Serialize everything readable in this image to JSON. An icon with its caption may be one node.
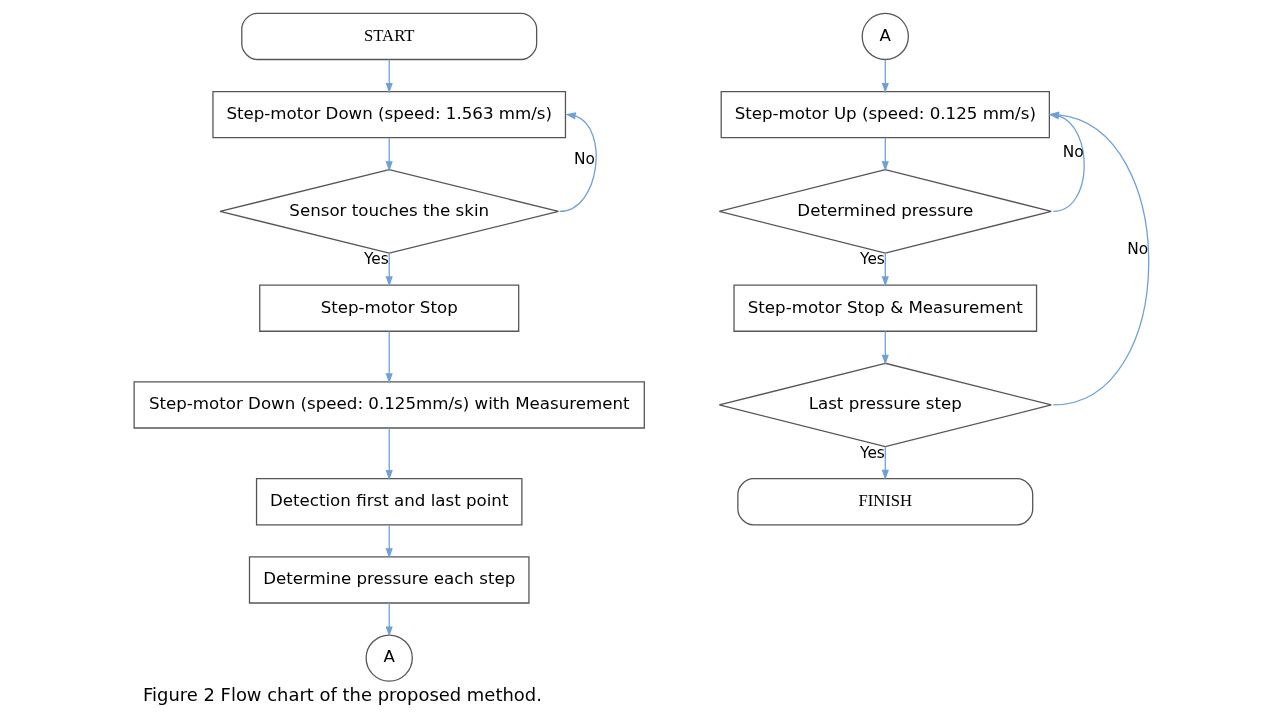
{
  "diagram": {
    "caption": "Figure 2 Flow chart of the proposed method.",
    "nodes": [
      {
        "text": [
          "START"
        ]
      },
      {
        "text": [
          "Step-motor Down (speed: 1.563 mm/s)"
        ]
      },
      {
        "text": [
          "Sensor touches the skin"
        ]
      },
      {
        "text": [
          "Step-motor Stop"
        ]
      },
      {
        "text": [
          "Step-motor Down (speed: 0.125mm/s) with Measurement"
        ]
      },
      {
        "text": [
          "Detection first and last point"
        ]
      },
      {
        "text": [
          "Determine pressure each step"
        ]
      },
      {
        "text": [
          "A"
        ]
      },
      {
        "text": [
          "A"
        ]
      },
      {
        "text": [
          "Step-motor Up (speed: 0.125 mm/s)"
        ]
      },
      {
        "text": [
          "Determined pressure"
        ]
      },
      {
        "text": [
          "Step-motor Stop & Measurement"
        ]
      },
      {
        "text": [
          "Last pressure step"
        ]
      },
      {
        "text": [
          "FINISH"
        ]
      }
    ],
    "edges": [
      {
        "from": 0,
        "to": 1,
        "arrow": "to"
      },
      {
        "from": 1,
        "to": 2,
        "arrow": "to"
      },
      {
        "from": 2,
        "to": 3,
        "arrow": "to",
        "label": "Yes"
      },
      {
        "from": 2,
        "to": 1,
        "arrow": "to",
        "label": "No"
      },
      {
        "from": 3,
        "to": 4,
        "arrow": "to"
      },
      {
        "from": 4,
        "to": 5,
        "arrow": "to"
      },
      {
        "from": 5,
        "to": 6,
        "arrow": "to"
      },
      {
        "from": 6,
        "to": 7,
        "arrow": "to"
      },
      {
        "from": 8,
        "to": 9,
        "arrow": "to"
      },
      {
        "from": 9,
        "to": 10,
        "arrow": "to"
      },
      {
        "from": 10,
        "to": 11,
        "arrow": "to",
        "label": "Yes"
      },
      {
        "from": 10,
        "to": 9,
        "arrow": "to",
        "label": "No"
      },
      {
        "from": 11,
        "to": 12,
        "arrow": "to"
      },
      {
        "from": 12,
        "to": 13,
        "arrow": "to",
        "label": "Yes"
      },
      {
        "from": 12,
        "to": 9,
        "arrow": "to",
        "label": "No"
      }
    ]
  }
}
